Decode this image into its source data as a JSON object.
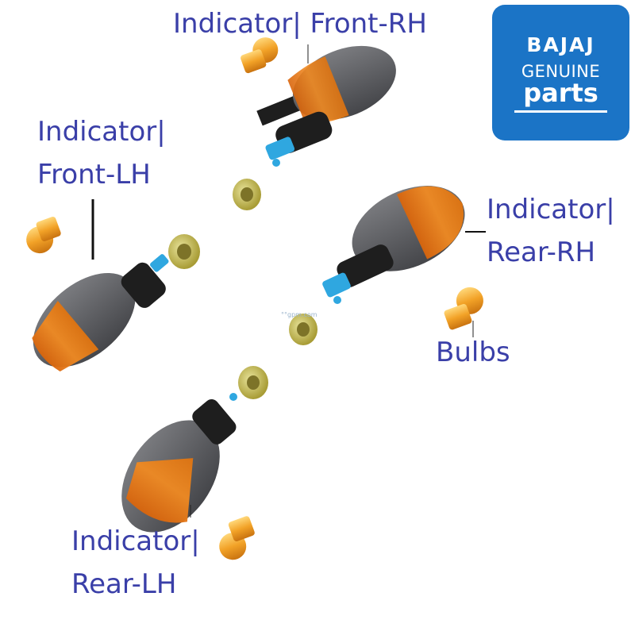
{
  "labels": {
    "front_rh": "Indicator| Front-RH",
    "front_lh_line1": "Indicator|",
    "front_lh_line2": "Front-LH",
    "rear_rh_line1": "Indicator|",
    "rear_rh_line2": "Rear-RH",
    "bulbs": "Bulbs",
    "rear_lh_line1": "Indicator|",
    "rear_lh_line2": "Rear-LH"
  },
  "logo": {
    "brand": "BAJAJ",
    "line1": "GENUINE",
    "line2": "parts"
  },
  "watermark": "°°gpm.com",
  "colors": {
    "label_text": "#3a3fa8",
    "logo_bg": "#1b74c6",
    "lens_orange": "#e8821e",
    "body_gray": "#5c5d61",
    "stem_black": "#1e1e1e",
    "connector_cyan": "#2fa7e0",
    "bulb_orange": "#f0a020",
    "grommet_olive": "#c8bd55"
  }
}
